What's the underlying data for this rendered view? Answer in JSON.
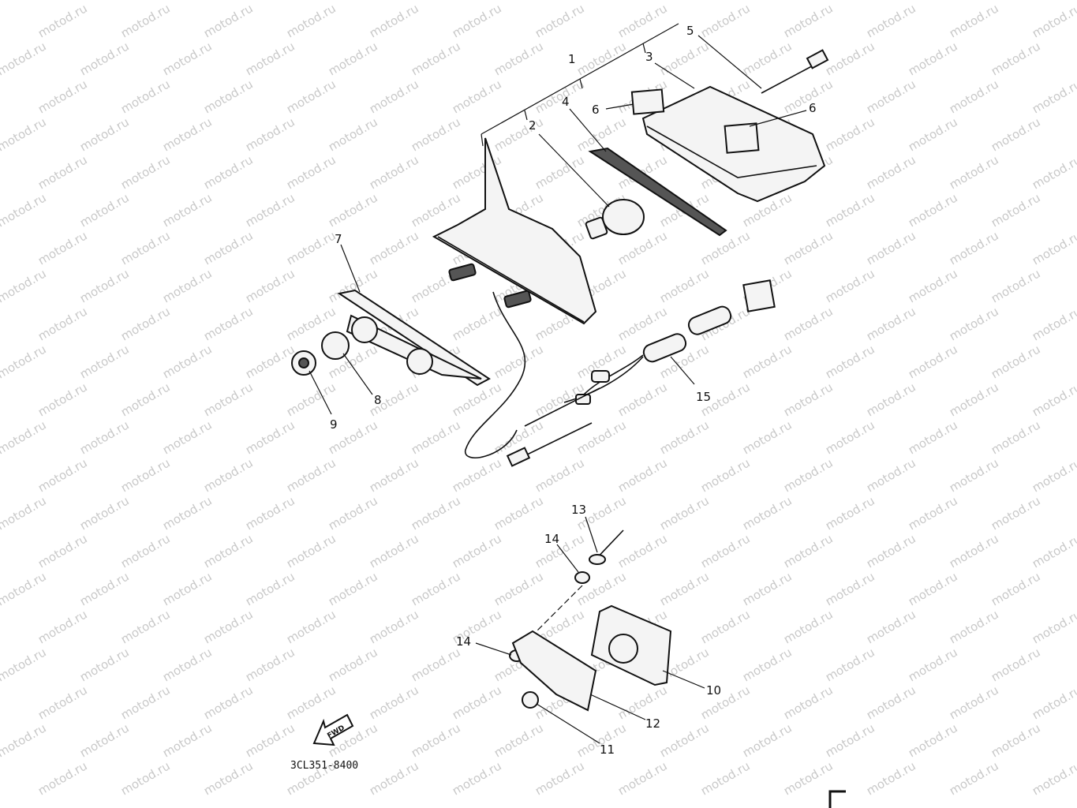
{
  "watermark_text": "motod.ru",
  "reference_code": "3CL351-8400",
  "fwd_label": "FWD",
  "callouts": [
    {
      "id": "c1",
      "label": "1"
    },
    {
      "id": "c2",
      "label": "2"
    },
    {
      "id": "c3",
      "label": "3"
    },
    {
      "id": "c4",
      "label": "4"
    },
    {
      "id": "c5",
      "label": "5"
    },
    {
      "id": "c6a",
      "label": "6"
    },
    {
      "id": "c6b",
      "label": "6"
    },
    {
      "id": "c7",
      "label": "7"
    },
    {
      "id": "c8",
      "label": "8"
    },
    {
      "id": "c9",
      "label": "9"
    },
    {
      "id": "c10",
      "label": "10"
    },
    {
      "id": "c11",
      "label": "11"
    },
    {
      "id": "c12",
      "label": "12"
    },
    {
      "id": "c13",
      "label": "13"
    },
    {
      "id": "c14a",
      "label": "14"
    },
    {
      "id": "c14b",
      "label": "14"
    },
    {
      "id": "c15",
      "label": "15"
    }
  ]
}
